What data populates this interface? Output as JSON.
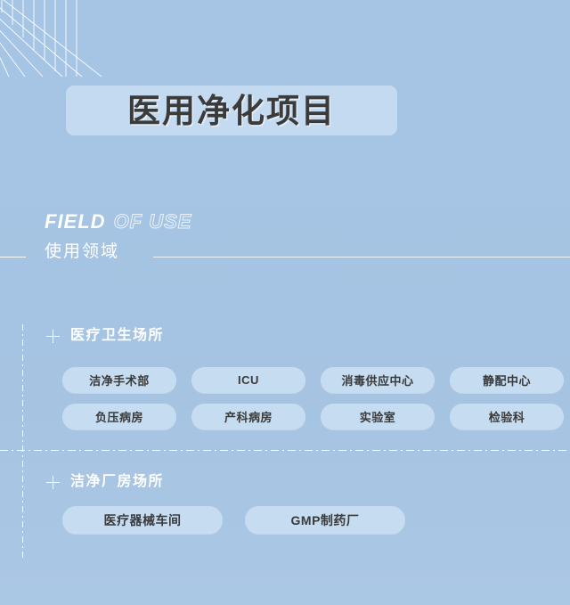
{
  "page": {
    "background_color": "#a5c4e3",
    "accent_color": "#ffffff",
    "tag_background_color": "#c6dcf1",
    "title_background_color": "#c4daf0",
    "title_text_color": "#3b3b3b"
  },
  "header": {
    "title": "医用净化项目"
  },
  "section": {
    "eyebrow_solid": "FIELD",
    "eyebrow_outline": "OF USE",
    "heading_cn": "使用领域"
  },
  "categories": [
    {
      "icon": "plus-icon",
      "label": "医疗卫生场所",
      "tags": [
        "洁净手术部",
        "ICU",
        "消毒供应中心",
        "静配中心",
        "负压病房",
        "产科病房",
        "实验室",
        "检验科"
      ]
    },
    {
      "icon": "plus-icon",
      "label": "洁净厂房场所",
      "tags": [
        "医疗器械车间",
        "GMP制药厂"
      ]
    }
  ]
}
